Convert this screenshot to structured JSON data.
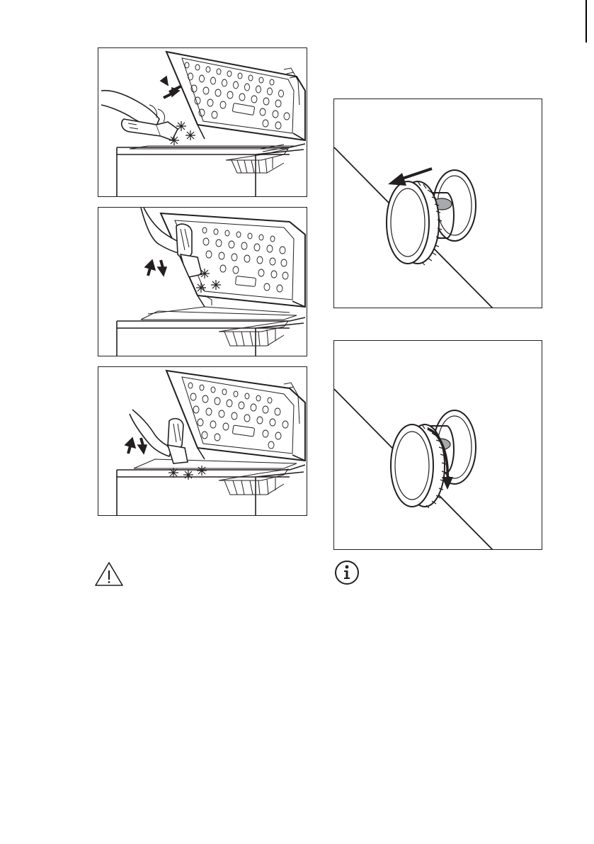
{
  "illustrations": {
    "scrape_lid_frost": "step-1",
    "scrape_lid_inner": "step-2",
    "scrape_floor_frost": "step-3",
    "drain_plug_pull": "step-4",
    "drain_plug_turn": "step-5"
  },
  "icons": {
    "warning": "warning-triangle-icon",
    "info": "info-icon"
  },
  "colors": {
    "line": "#231f20",
    "plug_fill": "#a7a9ac"
  }
}
